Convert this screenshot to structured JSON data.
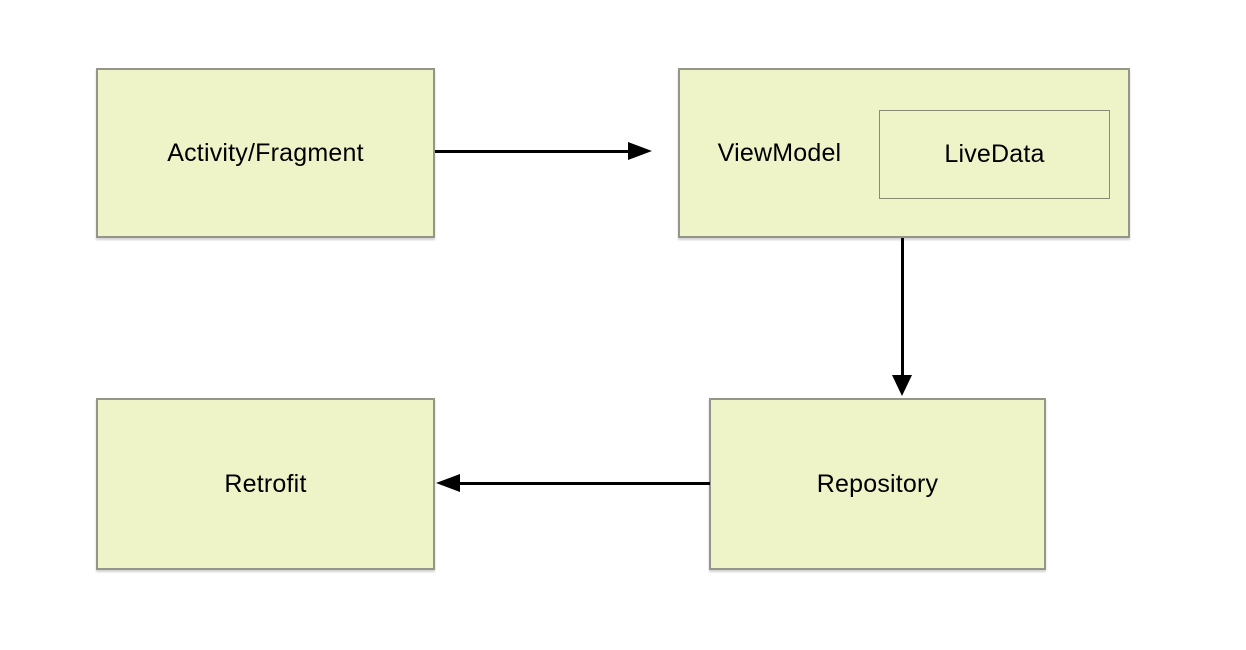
{
  "diagram": {
    "colors": {
      "background": "#ffffff",
      "node_fill": "#eff3c8",
      "node_border": "#95958a",
      "inner_border": "#8a8a72",
      "arrow": "#000000",
      "text": "#000000"
    },
    "nodes": {
      "activity_fragment": {
        "label": "Activity/Fragment"
      },
      "viewmodel": {
        "label": "ViewModel"
      },
      "livedata": {
        "label": "LiveData"
      },
      "repository": {
        "label": "Repository"
      },
      "retrofit": {
        "label": "Retrofit"
      }
    },
    "edges": [
      {
        "from": "Activity/Fragment",
        "to": "ViewModel",
        "direction": "right"
      },
      {
        "from": "ViewModel",
        "to": "Repository",
        "direction": "down"
      },
      {
        "from": "Repository",
        "to": "Retrofit",
        "direction": "left"
      }
    ]
  }
}
